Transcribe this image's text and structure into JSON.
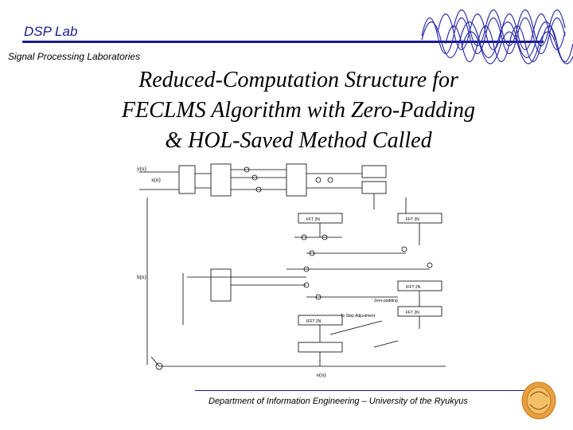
{
  "header": {
    "lab_name": "DSP Lab",
    "lab_subtitle": "Signal Processing Laboratories"
  },
  "slide": {
    "title_lines": [
      "Reduced-Computation Structure for",
      "FECLMS Algorithm with Zero-Padding",
      "& HOL-Saved Method Called"
    ]
  },
  "diagram": {
    "labels": {
      "y_n": "y(n)",
      "x_n": "x(n)",
      "h_n": "h(n)",
      "e_n": "e(n)",
      "fft_2n_a": "FFT 2N",
      "fft_2n_b": "FFT 2N",
      "ifft_2n": "IFFT 2N",
      "fft_2n_c": "FFT 2N",
      "zero_padding": "Zero-padding",
      "to_step": "To Step Adjustment",
      "ifft_2n_b": "IFFT 2N"
    }
  },
  "footer": {
    "text": "Department of Information Engineering  – University of the Ryukyus"
  },
  "colors": {
    "accent": "#1a1a8c",
    "wave": "#2b2ba8"
  }
}
